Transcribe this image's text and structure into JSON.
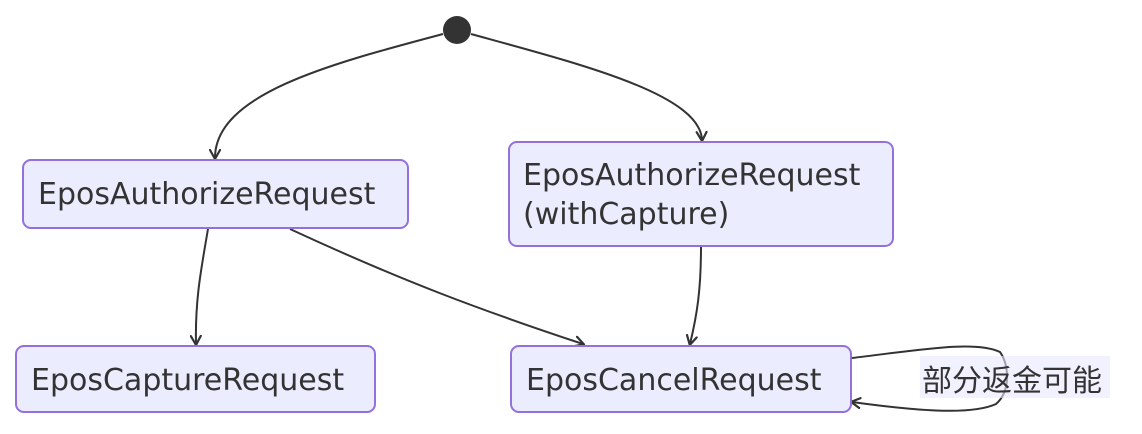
{
  "colors": {
    "node_fill": "#ECECFF",
    "node_stroke": "#9370DB",
    "edge": "#333333",
    "text": "#333333",
    "label_background": "#E8E8FF"
  },
  "nodes": {
    "authorize": "EposAuthorizeRequest",
    "authorize_capture_line1": "EposAuthorizeRequest",
    "authorize_capture_line2": "(withCapture)",
    "capture": "EposCaptureRequest",
    "cancel": "EposCancelRequest"
  },
  "edges": [
    {
      "from": "start",
      "to": "authorize"
    },
    {
      "from": "start",
      "to": "authorize_capture"
    },
    {
      "from": "authorize",
      "to": "capture"
    },
    {
      "from": "authorize",
      "to": "cancel"
    },
    {
      "from": "authorize_capture",
      "to": "cancel"
    },
    {
      "from": "cancel",
      "to": "cancel",
      "label": "部分返金可能"
    }
  ],
  "edge_labels": {
    "cancel_self_loop": "部分返金可能"
  }
}
